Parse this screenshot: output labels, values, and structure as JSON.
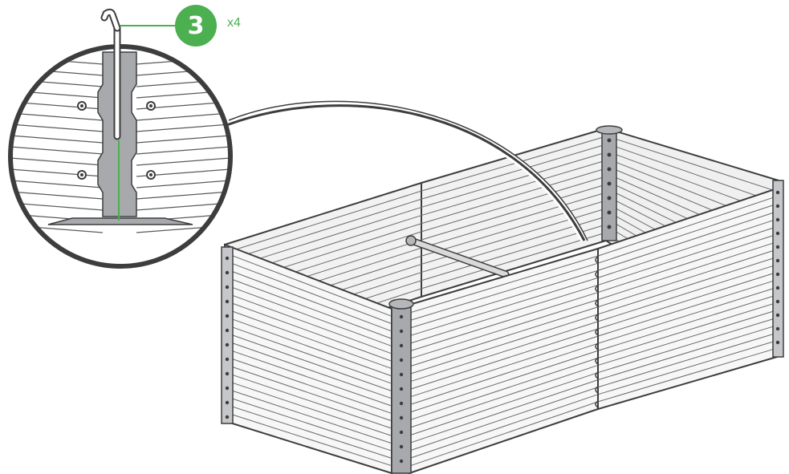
{
  "callout": {
    "step_number": "3",
    "quantity": "x4"
  },
  "colors": {
    "accent": "#4caf50",
    "outline": "#3d3d3d",
    "panel_fill": "#f4f4f4",
    "strip": "#a7a9ac",
    "guide_line": "#4caf50"
  },
  "icons": {
    "part": "bent-rod-pin",
    "object": "raised-garden-bed"
  }
}
